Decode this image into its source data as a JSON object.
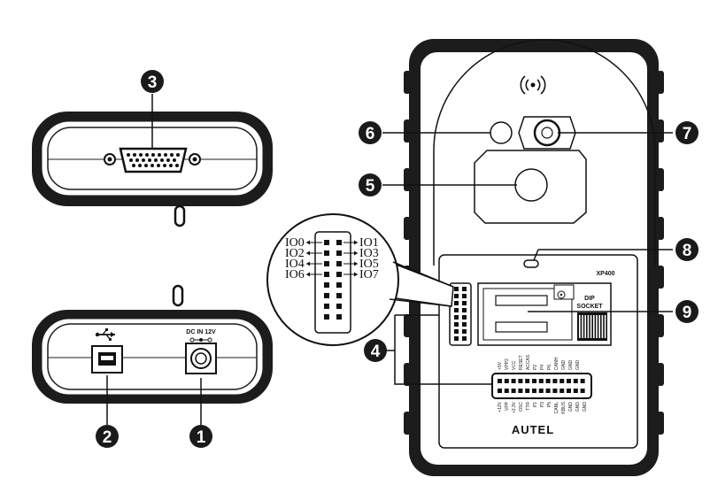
{
  "callouts": [
    {
      "num": "1",
      "target": "power-port"
    },
    {
      "num": "2",
      "target": "usb-port"
    },
    {
      "num": "3",
      "target": "db26-connector"
    },
    {
      "num": "4",
      "target": "pin-headers"
    },
    {
      "num": "5",
      "target": "key-slot"
    },
    {
      "num": "6",
      "target": "indicator-light"
    },
    {
      "num": "7",
      "target": "transponder-slot"
    },
    {
      "num": "8",
      "target": "status-led"
    },
    {
      "num": "9",
      "target": "dip-socket"
    }
  ],
  "power_port_label": "DC IN 12V",
  "usb_icon_name": "usb-icon",
  "nfc_icon_name": "wireless-icon",
  "model_label": "XP400",
  "dip_socket_label": [
    "DIP",
    "SOCKET"
  ],
  "brand": "AUTEL",
  "io_labels_left": [
    "IO0",
    "IO2",
    "IO4",
    "IO6"
  ],
  "io_labels_right": [
    "IO1",
    "IO3",
    "IO5",
    "IO7"
  ],
  "pin_labels_top": [
    "+5V",
    "VPP2",
    "VCC",
    "RESET",
    "ACCAS",
    "P2",
    "P4",
    "P6",
    "CANH",
    "GND",
    "GND",
    "GND"
  ],
  "pin_labels_bottom": [
    "+12V",
    "VPP",
    "+3.3V",
    "OSC",
    "TTR",
    "P1",
    "P3",
    "P5",
    "CANL",
    "KBUS",
    "GND",
    "GND",
    "GND"
  ],
  "colors": {
    "callout_fill": "#1a1a1a",
    "device_dark": "#1c1c1c",
    "line": "#000000"
  }
}
